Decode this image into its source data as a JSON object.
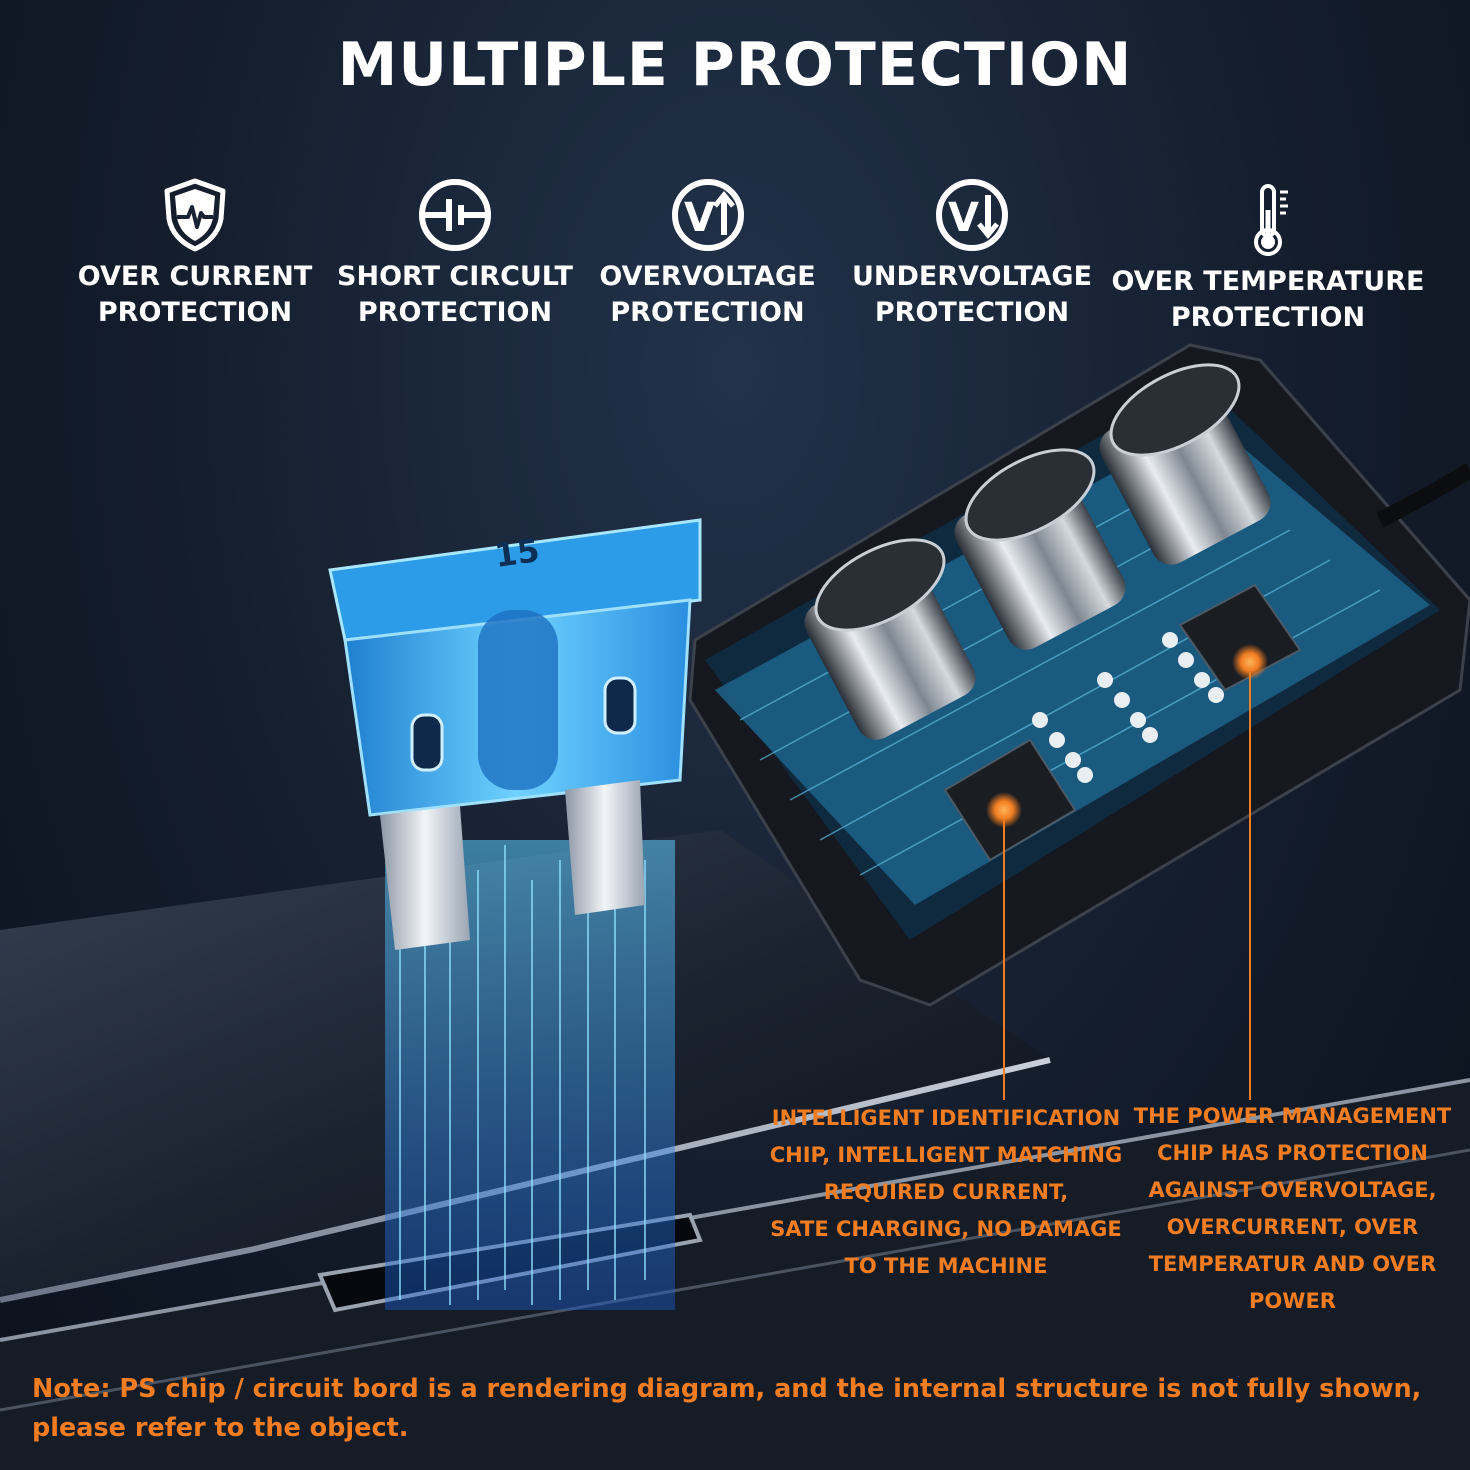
{
  "title": "MULTIPLE PROTECTION",
  "features": [
    {
      "label": "OVER CURRENT\nPROTECTION",
      "icon": "shield-pulse-icon"
    },
    {
      "label": "SHORT CIRCULT\nPROTECTION",
      "icon": "short-circuit-icon"
    },
    {
      "label": "OVERVOLTAGE\nPROTECTION",
      "icon": "voltage-up-icon"
    },
    {
      "label": "UNDERVOLTAGE\nPROTECTION",
      "icon": "voltage-down-icon"
    },
    {
      "label": "OVER TEMPERATURE\nPROTECTION",
      "icon": "thermometer-icon"
    }
  ],
  "fuse_label": "15",
  "callouts": {
    "left": "INTELLIGENT IDENTIFICATION\nCHIP, INTELLIGENT MATCHING\nREQUIRED CURRENT,\nSATE CHARGING, NO DAMAGE\nTO THE MACHINE",
    "right": "THE POWER MANAGEMENT\nCHIP HAS PROTECTION\nAGAINST OVERVOLTAGE,\nOVERCURRENT, OVER\nTEMPERATUR AND OVER POWER"
  },
  "note": "Note: PS chip / circuit bord is a rendering diagram, and the internal structure is not fully shown, please refer to the object.",
  "colors": {
    "accent": "#f27d21",
    "background": "#141d2c",
    "fuse_blue": "#3fb4f0"
  }
}
